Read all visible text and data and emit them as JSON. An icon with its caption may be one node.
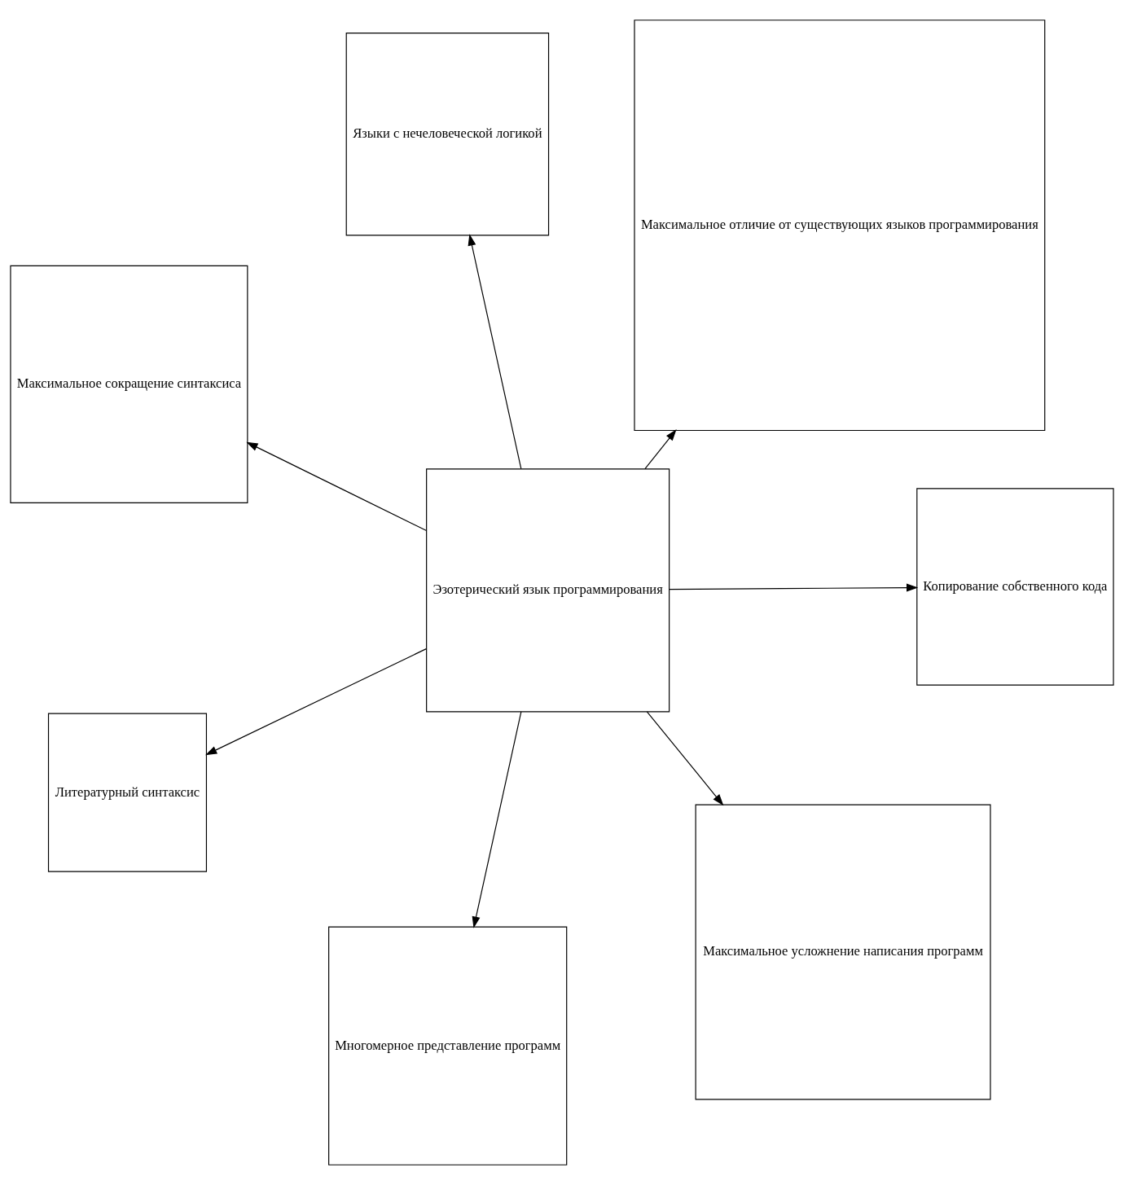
{
  "diagram": {
    "nodes": [
      {
        "text": [
          "Эзотерический язык программирования"
        ]
      },
      {
        "text": [
          "Копирование собственного кода"
        ]
      },
      {
        "text": [
          "Многомерное представление программ"
        ]
      },
      {
        "text": [
          "Максимальное сокращение синтаксиса"
        ]
      },
      {
        "text": [
          "Максимальное отличие от существующих языков программирования"
        ]
      },
      {
        "text": [
          "Языки с нечеловеческой логикой"
        ]
      },
      {
        "text": [
          "Литературный синтаксис"
        ]
      },
      {
        "text": [
          "Максимальное усложнение написания программ"
        ]
      }
    ],
    "edges": [
      {
        "from": 0,
        "to": 1,
        "arrow": "to"
      },
      {
        "from": 0,
        "to": 2,
        "arrow": "to"
      },
      {
        "from": 0,
        "to": 3,
        "arrow": "to"
      },
      {
        "from": 0,
        "to": 4,
        "arrow": "to"
      },
      {
        "from": 0,
        "to": 5,
        "arrow": "to"
      },
      {
        "from": 0,
        "to": 6,
        "arrow": "to"
      },
      {
        "from": 0,
        "to": 7,
        "arrow": "to"
      }
    ]
  }
}
